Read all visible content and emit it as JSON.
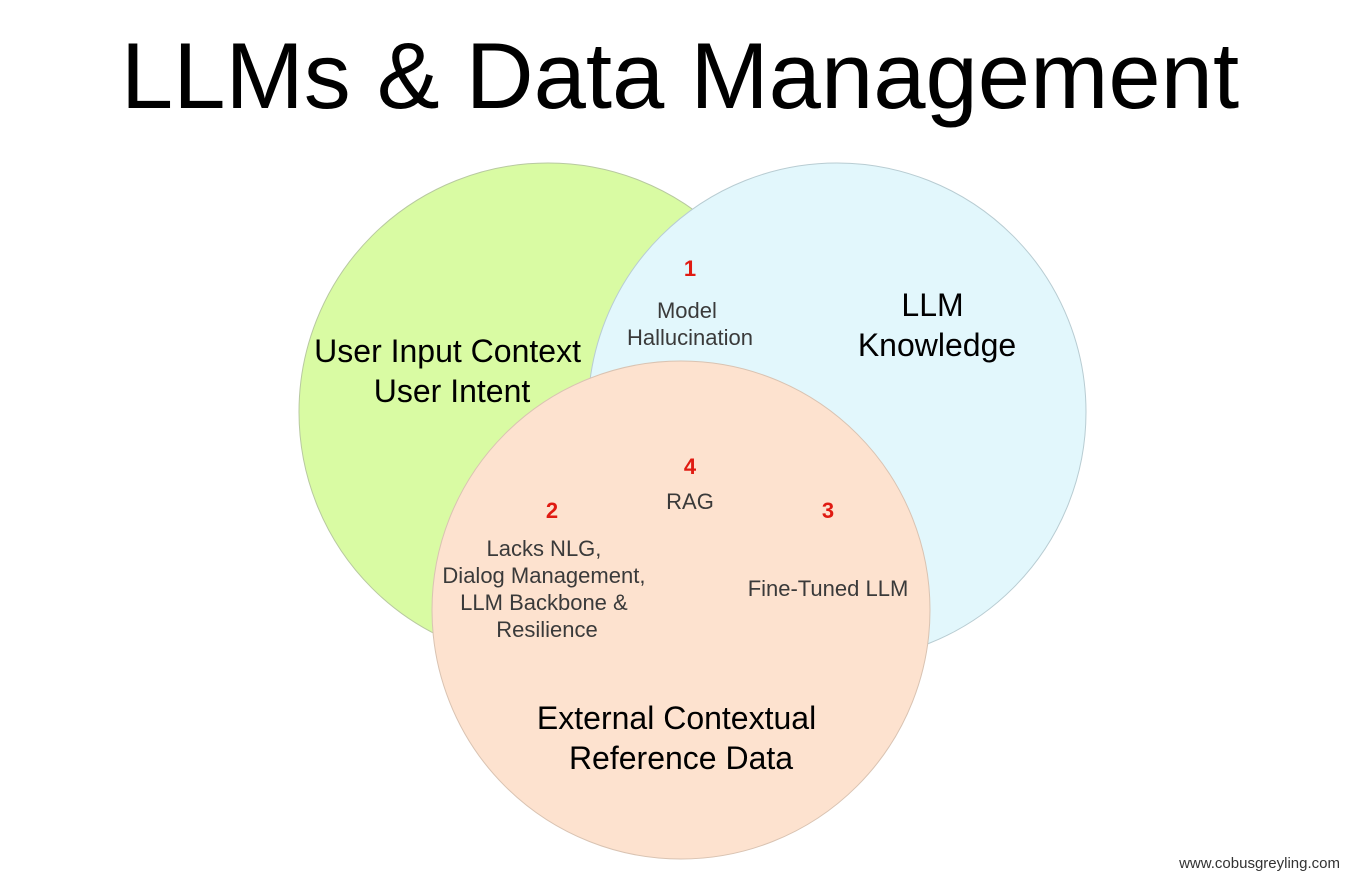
{
  "title": "LLMs & Data Management",
  "colors": {
    "user_circle": "#d9fba3",
    "llm_circle": "#e2f7fc",
    "external_circle": "#fde2cf",
    "number_red": "#e01b12"
  },
  "circles": {
    "user": {
      "lines": [
        "User Input Context",
        "User Intent"
      ]
    },
    "llm": {
      "lines": [
        "LLM",
        "Knowledge"
      ]
    },
    "external": {
      "lines": [
        "External Contextual",
        "Reference Data"
      ]
    }
  },
  "intersections": {
    "one": {
      "number": "1",
      "lines": [
        "Model",
        "Hallucination"
      ]
    },
    "two": {
      "number": "2",
      "lines": [
        "Lacks NLG,",
        "Dialog Management,",
        "LLM Backbone &",
        "Resilience"
      ]
    },
    "three": {
      "number": "3",
      "lines": [
        "Fine-Tuned LLM"
      ]
    },
    "four": {
      "number": "4",
      "lines": [
        "RAG"
      ]
    }
  },
  "footer": "www.cobusgreyling.com"
}
